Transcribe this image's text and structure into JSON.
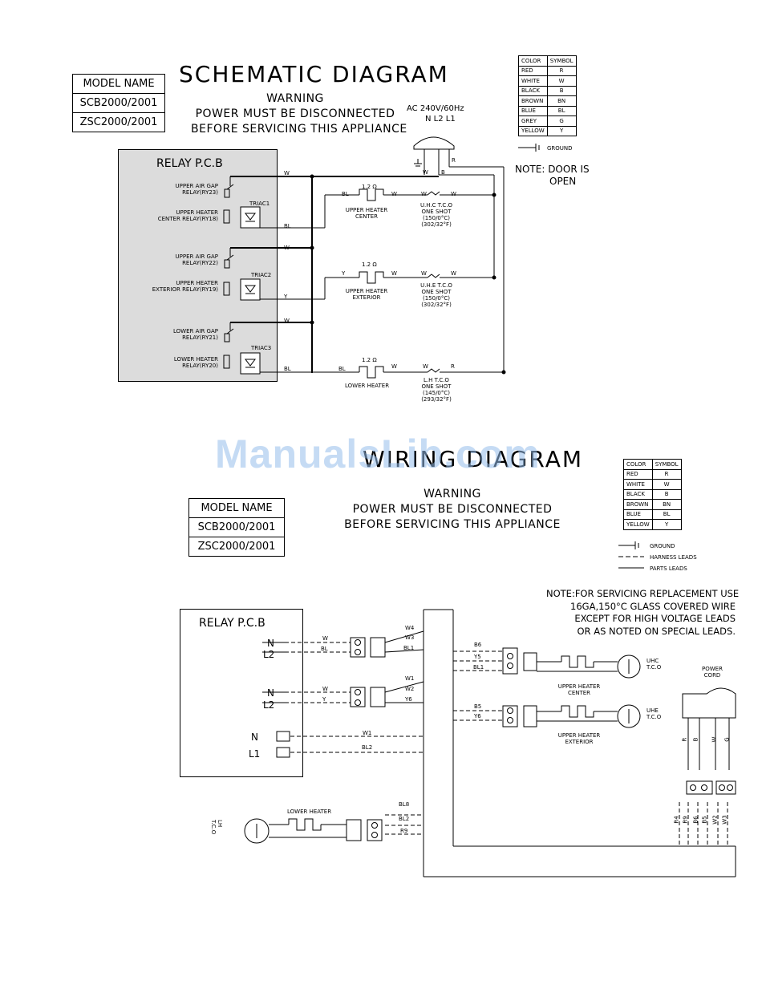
{
  "schematic": {
    "title": "SCHEMATIC DIAGRAM",
    "warning_title": "WARNING",
    "warning_line1": "POWER MUST BE DISCONNECTED",
    "warning_line2": "BEFORE SERVICING THIS APPLIANCE",
    "model_header": "MODEL NAME",
    "models": [
      "SCB2000/2001",
      "ZSC2000/2001"
    ],
    "supply_label": "AC 240V/60Hz",
    "supply_terminals": "N L2 L1",
    "note": "NOTE: DOOR IS",
    "note2": "OPEN",
    "ground_label": "GROUND",
    "relay_pcb": "RELAY P.C.B",
    "relays": [
      {
        "l1": "UPPER AIR GAP",
        "l2": "RELAY(RY23)"
      },
      {
        "l1": "UPPER HEATER",
        "l2": "CENTER RELAY(RY18)"
      },
      {
        "l1": "UPPER AIR GAP",
        "l2": "RELAY(RY22)"
      },
      {
        "l1": "UPPER HEATER",
        "l2": "EXTERIOR RELAY(RY19)"
      },
      {
        "l1": "LOWER AIR GAP",
        "l2": "RELAY(RY21)"
      },
      {
        "l1": "LOWER HEATER",
        "l2": "RELAY(RY20)"
      }
    ],
    "triacs": [
      "TRIAC1",
      "TRIAC2",
      "TRIAC3"
    ],
    "heaters": [
      {
        "ohm": "1.2 Ω",
        "l1": "UPPER HEATER",
        "l2": "CENTER",
        "tco1": "U.H.C  T.C.O",
        "tco2": "ONE SHOT",
        "tco3": "(150/0°C)",
        "tco4": "(302/32°F)"
      },
      {
        "ohm": "1.2 Ω",
        "l1": "UPPER HEATER",
        "l2": "EXTERIOR",
        "tco1": "U.H.E  T.C.O",
        "tco2": "ONE SHOT",
        "tco3": "(150/0°C)",
        "tco4": "(302/32°F)"
      },
      {
        "ohm": "1.2 Ω",
        "l1": "LOWER HEATER",
        "l2": "",
        "tco1": "L.H  T.C.O",
        "tco2": "ONE SHOT",
        "tco3": "(145/0°C)",
        "tco4": "(293/32°F)"
      }
    ],
    "wire_labels": {
      "w": "W",
      "b": "B",
      "r": "R",
      "bl": "BL",
      "y": "Y"
    }
  },
  "wiring": {
    "title": "WIRING DIAGRAM",
    "warning_title": "WARNING",
    "warning_line1": "POWER MUST BE DISCONNECTED",
    "warning_line2": "BEFORE SERVICING THIS APPLIANCE",
    "model_header": "MODEL NAME",
    "models": [
      "SCB2000/2001",
      "ZSC2000/2001"
    ],
    "legend": {
      "ground": "GROUND",
      "harness": "HARNESS LEADS",
      "parts": "PARTS LEADS"
    },
    "note_lines": [
      "NOTE:FOR SERVICING REPLACEMENT USE",
      "16GA,150°C GLASS COVERED WIRE",
      "EXCEPT FOR HIGH VOLTAGE LEADS",
      "OR AS NOTED ON SPECIAL LEADS."
    ],
    "relay_pcb": "RELAY P.C.B",
    "pcb_terminals": [
      "N",
      "L2",
      "N",
      "L2",
      "N",
      "L1"
    ],
    "leads_left": [
      "W",
      "BL",
      "W",
      "Y",
      "W1",
      "BL2"
    ],
    "leads_mid": [
      "W4",
      "W3",
      "BL1",
      "W1",
      "W2",
      "Y6",
      "B6",
      "Y5",
      "BL1",
      "B5",
      "Y6",
      "BL8",
      "BL2",
      "R9"
    ],
    "uhc": {
      "l1": "UHC",
      "l2": "T.C.O",
      "heater1": "UPPER HEATER",
      "heater2": "CENTER"
    },
    "uhe": {
      "l1": "UHE",
      "l2": "T.C.O",
      "heater1": "UPPER HEATER",
      "heater2": "EXTERIOR"
    },
    "lh": {
      "l1": "LH",
      "l2": "T.C.O",
      "heater": "LOWER HEATER"
    },
    "power_cord": {
      "l1": "POWER",
      "l2": "CORD"
    },
    "cord_wires": [
      "R",
      "B",
      "W",
      "G"
    ],
    "cord_pins": [
      "R4",
      "R9",
      "B6",
      "B5",
      "W2",
      "W3"
    ]
  },
  "color_table": {
    "headers": [
      "COLOR",
      "SYMBOL"
    ],
    "rows": [
      [
        "RED",
        "R"
      ],
      [
        "WHITE",
        "W"
      ],
      [
        "BLACK",
        "B"
      ],
      [
        "BROWN",
        "BN"
      ],
      [
        "BLUE",
        "BL"
      ],
      [
        "GREY",
        "G"
      ],
      [
        "YELLOW",
        "Y"
      ]
    ],
    "rows2": [
      [
        "RED",
        "R"
      ],
      [
        "WHITE",
        "W"
      ],
      [
        "BLACK",
        "B"
      ],
      [
        "BROWN",
        "BN"
      ],
      [
        "BLUE",
        "BL"
      ],
      [
        "YELLOW",
        "Y"
      ]
    ]
  },
  "watermark": "ManualsLib.com"
}
